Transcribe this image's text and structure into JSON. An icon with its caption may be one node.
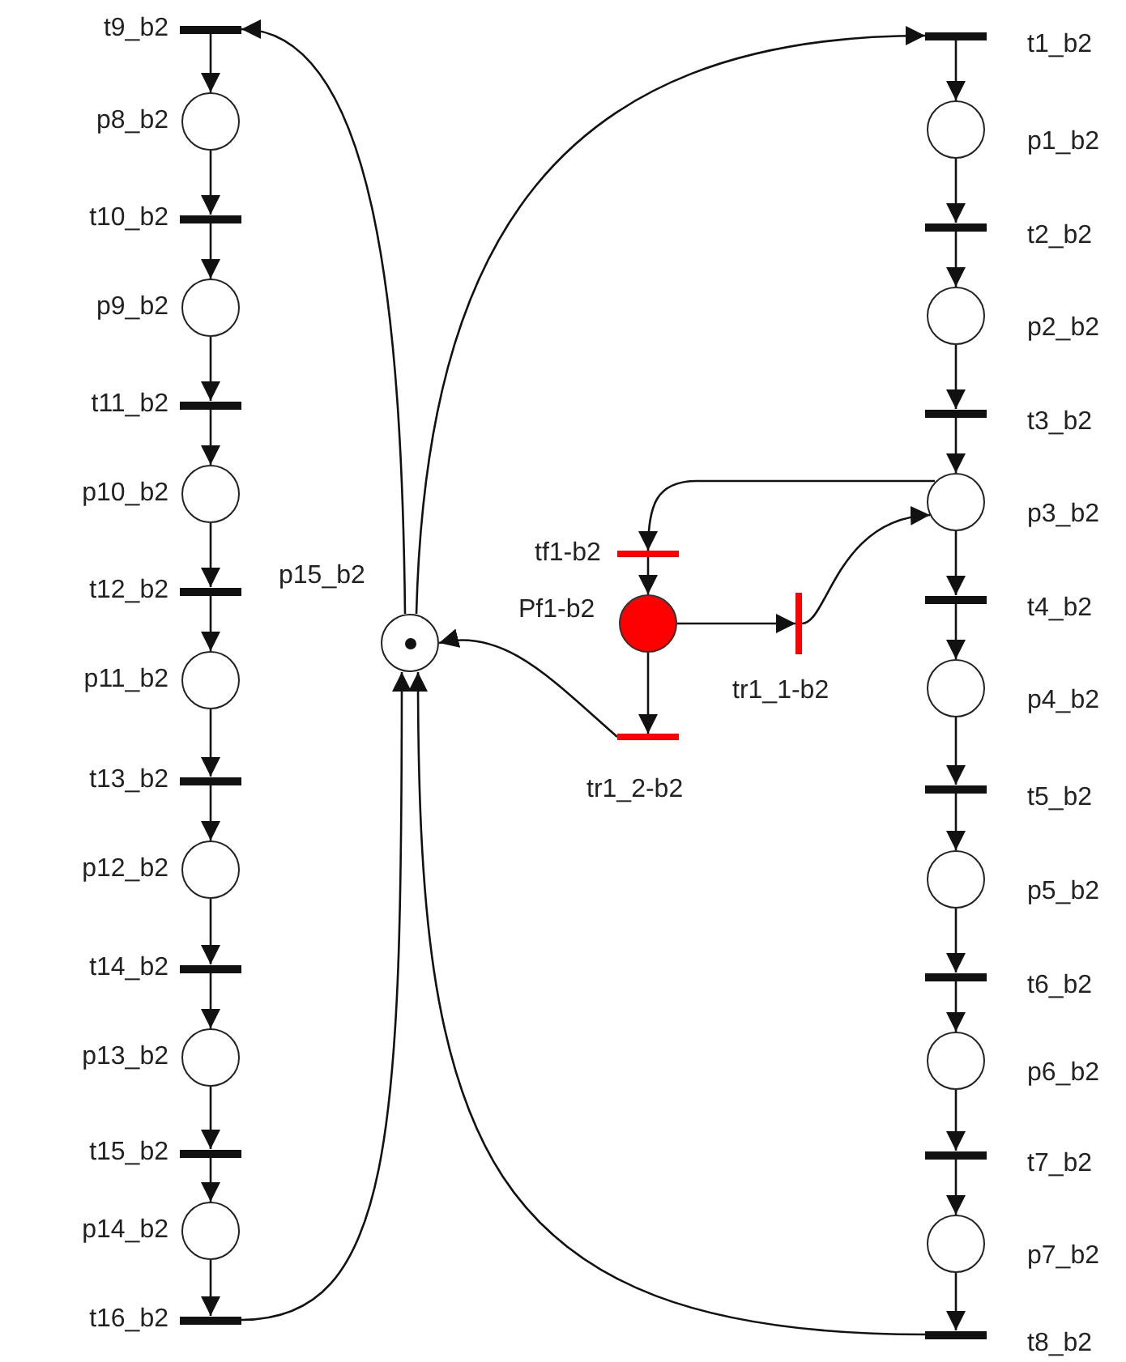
{
  "diagram": {
    "nodes": [
      {
        "text": [],
        "shape": "bar",
        "beside": [
          "t9_b2"
        ]
      },
      {
        "text": [],
        "shape": "circle",
        "beside": [
          "p8_b2"
        ]
      },
      {
        "text": [],
        "shape": "bar",
        "beside": [
          "t10_b2"
        ]
      },
      {
        "text": [],
        "shape": "circle",
        "beside": [
          "p9_b2"
        ]
      },
      {
        "text": [],
        "shape": "bar",
        "beside": [
          "t11_b2"
        ]
      },
      {
        "text": [],
        "shape": "circle",
        "beside": [
          "p10_b2"
        ]
      },
      {
        "text": [],
        "shape": "bar",
        "beside": [
          "t12_b2"
        ]
      },
      {
        "text": [],
        "shape": "circle",
        "beside": [
          "p11_b2"
        ]
      },
      {
        "text": [],
        "shape": "bar",
        "beside": [
          "t13_b2"
        ]
      },
      {
        "text": [],
        "shape": "circle",
        "beside": [
          "p12_b2"
        ]
      },
      {
        "text": [],
        "shape": "bar",
        "beside": [
          "t14_b2"
        ]
      },
      {
        "text": [],
        "shape": "circle",
        "beside": [
          "p13_b2"
        ]
      },
      {
        "text": [],
        "shape": "bar",
        "beside": [
          "t15_b2"
        ]
      },
      {
        "text": [],
        "shape": "circle",
        "beside": [
          "p14_b2"
        ]
      },
      {
        "text": [],
        "shape": "bar",
        "beside": [
          "t16_b2"
        ]
      },
      {
        "text": [],
        "shape": "bar",
        "beside": [
          "t1_b2"
        ]
      },
      {
        "text": [],
        "shape": "circle",
        "beside": [
          "p1_b2"
        ]
      },
      {
        "text": [],
        "shape": "bar",
        "beside": [
          "t2_b2"
        ]
      },
      {
        "text": [],
        "shape": "circle",
        "beside": [
          "p2_b2"
        ]
      },
      {
        "text": [],
        "shape": "bar",
        "beside": [
          "t3_b2"
        ]
      },
      {
        "text": [],
        "shape": "circle",
        "beside": [
          "p3_b2"
        ]
      },
      {
        "text": [],
        "shape": "bar",
        "beside": [
          "t4_b2"
        ]
      },
      {
        "text": [],
        "shape": "circle",
        "beside": [
          "p4_b2"
        ]
      },
      {
        "text": [],
        "shape": "bar",
        "beside": [
          "t5_b2"
        ]
      },
      {
        "text": [],
        "shape": "circle",
        "beside": [
          "p5_b2"
        ]
      },
      {
        "text": [],
        "shape": "bar",
        "beside": [
          "t6_b2"
        ]
      },
      {
        "text": [],
        "shape": "circle",
        "beside": [
          "p6_b2"
        ]
      },
      {
        "text": [],
        "shape": "bar",
        "beside": [
          "t7_b2"
        ]
      },
      {
        "text": [],
        "shape": "circle",
        "beside": [
          "p7_b2"
        ]
      },
      {
        "text": [],
        "shape": "bar",
        "beside": [
          "t8_b2"
        ]
      },
      {
        "text": [],
        "shape": "marked-circle",
        "beside": [
          "p15_b2"
        ]
      },
      {
        "text": [],
        "shape": "red-bar",
        "beside": [
          "tf1-b2"
        ]
      },
      {
        "text": [],
        "shape": "red-circle",
        "beside": [
          "Pf1-b2"
        ]
      },
      {
        "text": [],
        "shape": "red-bar",
        "beside": [
          "tr1_1-b2"
        ]
      },
      {
        "text": [],
        "shape": "red-bar",
        "beside": [
          "tr1_2-b2"
        ]
      }
    ],
    "edges": [
      {
        "from": 0,
        "to": 1,
        "arrow": "to"
      },
      {
        "from": 1,
        "to": 2,
        "arrow": "to"
      },
      {
        "from": 2,
        "to": 3,
        "arrow": "to"
      },
      {
        "from": 3,
        "to": 4,
        "arrow": "to"
      },
      {
        "from": 4,
        "to": 5,
        "arrow": "to"
      },
      {
        "from": 5,
        "to": 6,
        "arrow": "to"
      },
      {
        "from": 6,
        "to": 7,
        "arrow": "to"
      },
      {
        "from": 7,
        "to": 8,
        "arrow": "to"
      },
      {
        "from": 8,
        "to": 9,
        "arrow": "to"
      },
      {
        "from": 9,
        "to": 10,
        "arrow": "to"
      },
      {
        "from": 10,
        "to": 11,
        "arrow": "to"
      },
      {
        "from": 11,
        "to": 12,
        "arrow": "to"
      },
      {
        "from": 12,
        "to": 13,
        "arrow": "to"
      },
      {
        "from": 13,
        "to": 14,
        "arrow": "to"
      },
      {
        "from": 15,
        "to": 16,
        "arrow": "to"
      },
      {
        "from": 16,
        "to": 17,
        "arrow": "to"
      },
      {
        "from": 17,
        "to": 18,
        "arrow": "to"
      },
      {
        "from": 18,
        "to": 19,
        "arrow": "to"
      },
      {
        "from": 19,
        "to": 20,
        "arrow": "to"
      },
      {
        "from": 20,
        "to": 21,
        "arrow": "to"
      },
      {
        "from": 21,
        "to": 22,
        "arrow": "to"
      },
      {
        "from": 22,
        "to": 23,
        "arrow": "to"
      },
      {
        "from": 23,
        "to": 24,
        "arrow": "to"
      },
      {
        "from": 24,
        "to": 25,
        "arrow": "to"
      },
      {
        "from": 25,
        "to": 26,
        "arrow": "to"
      },
      {
        "from": 26,
        "to": 27,
        "arrow": "to"
      },
      {
        "from": 27,
        "to": 28,
        "arrow": "to"
      },
      {
        "from": 28,
        "to": 29,
        "arrow": "to"
      },
      {
        "from": 30,
        "to": 0,
        "arrow": "to"
      },
      {
        "from": 30,
        "to": 15,
        "arrow": "to"
      },
      {
        "from": 14,
        "to": 30,
        "arrow": "to"
      },
      {
        "from": 29,
        "to": 30,
        "arrow": "to"
      },
      {
        "from": 20,
        "to": 31,
        "arrow": "to"
      },
      {
        "from": 31,
        "to": 32,
        "arrow": "to"
      },
      {
        "from": 32,
        "to": 33,
        "arrow": "to"
      },
      {
        "from": 33,
        "to": 20,
        "arrow": "to"
      },
      {
        "from": 32,
        "to": 34,
        "arrow": "to"
      },
      {
        "from": 34,
        "to": 30,
        "arrow": "to"
      }
    ]
  }
}
